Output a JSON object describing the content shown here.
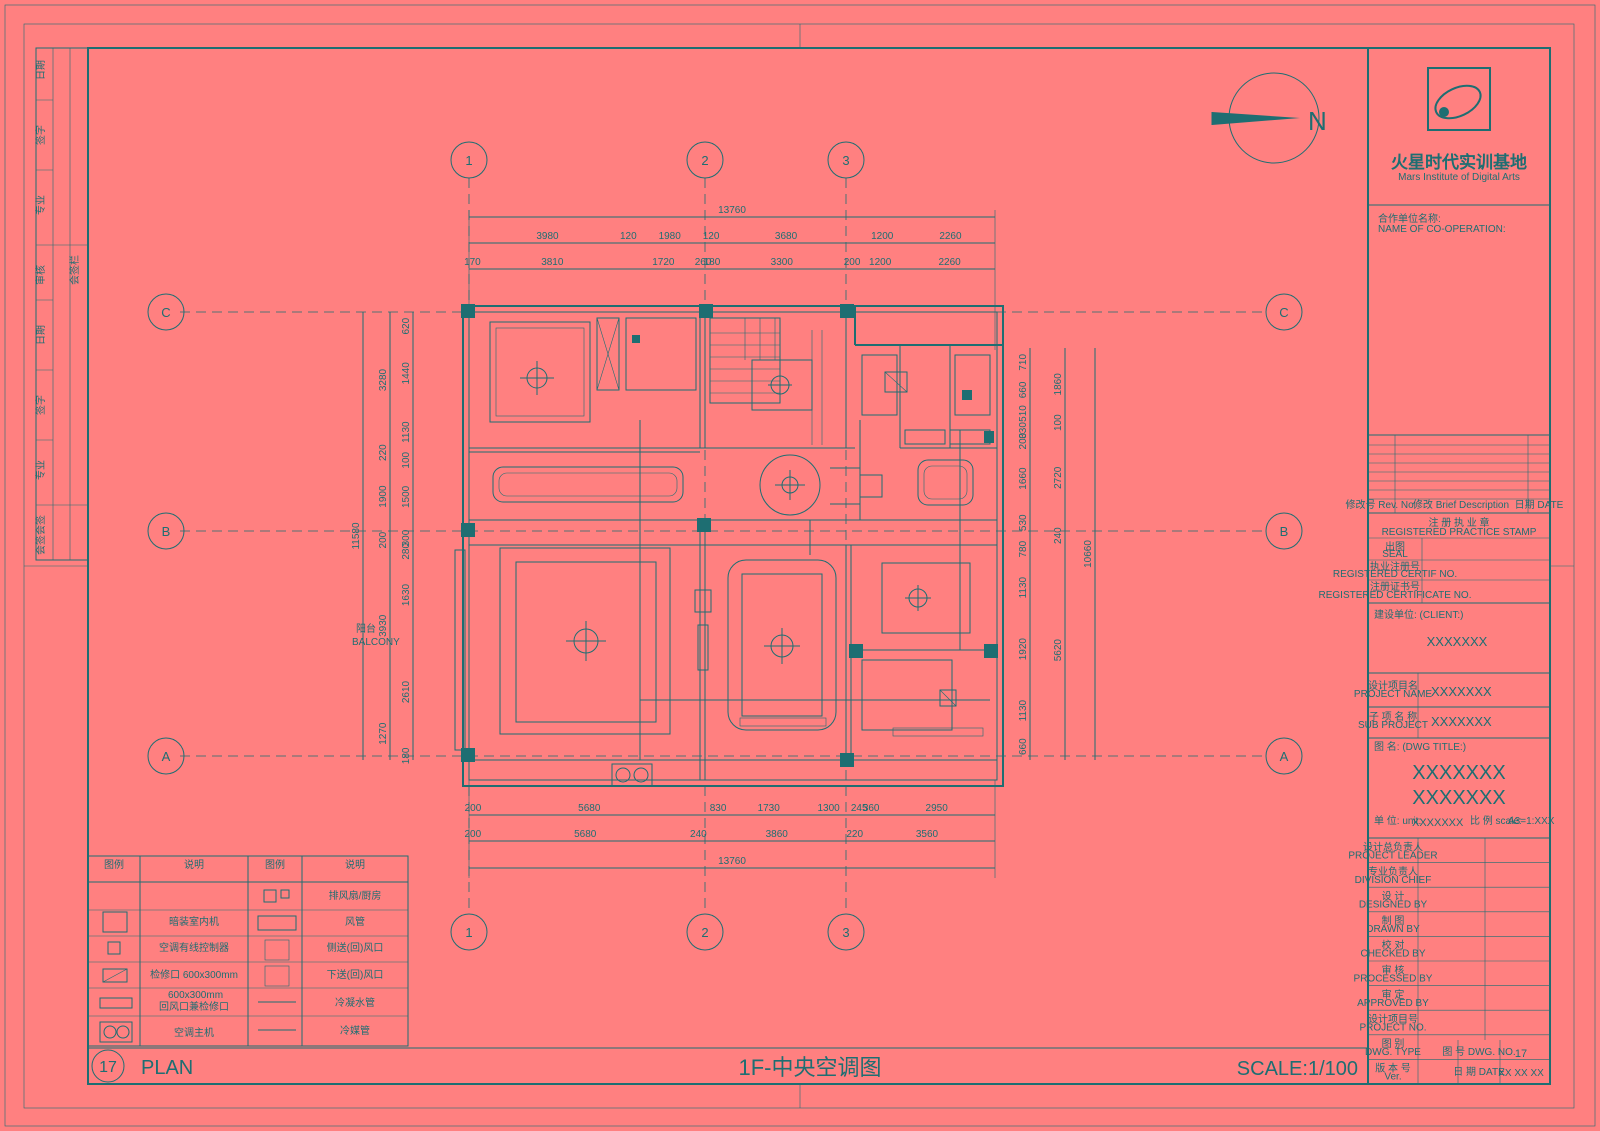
{
  "drawing": {
    "title": "1F-中央空调图",
    "plan_word": "PLAN",
    "sheet_no": "17",
    "scale": "SCALE:1/100",
    "north": "N"
  },
  "grid": {
    "columns": [
      "1",
      "2",
      "3"
    ],
    "rows": [
      "C",
      "B",
      "A"
    ]
  },
  "dims": {
    "top_total": "13760",
    "top_row1": [
      "3980",
      "120",
      "1980",
      "120",
      "3680",
      "1200",
      "2260"
    ],
    "top_row2": [
      "170",
      "3810",
      "1720",
      "260",
      "180",
      "3300",
      "200",
      "1200",
      "2260"
    ],
    "bottom_row1": [
      "200",
      "5680",
      "830",
      "1730",
      "1300",
      "245",
      "360",
      "2950"
    ],
    "bottom_row2": [
      "200",
      "5680",
      "240",
      "3860",
      "220",
      "3560"
    ],
    "bottom_total": "13760",
    "left_outer": [
      "3280",
      "220",
      "1900",
      "200",
      "3930",
      "1270"
    ],
    "left_total": "11580",
    "left_inner": [
      "620",
      "1440",
      "1130",
      "100",
      "1500",
      "300",
      "280",
      "1630",
      "2610",
      "180"
    ],
    "right_inner": [
      "710",
      "660",
      "510",
      "330",
      "200",
      "1660",
      "530",
      "780",
      "1130",
      "1920",
      "1130",
      "660"
    ],
    "right_mid": [
      "1860",
      "100",
      "2720",
      "240",
      "5620"
    ],
    "right_total": "10660",
    "balcony_cn": "阳台",
    "balcony_en": "BALCONY"
  },
  "legend": {
    "headers": [
      "图例",
      "说明",
      "图例",
      "说明"
    ],
    "left_items": [
      "暗装室内机",
      "空调有线控制器",
      "检修口 600x300mm",
      "回风口兼检修口",
      "空调主机"
    ],
    "left_sub": "600x300mm",
    "right_items": [
      "排风扇/厨房",
      "风管",
      "侧送(回)风口",
      "下送(回)风口",
      "冷凝水管",
      "冷媒管"
    ]
  },
  "title_block": {
    "company_cn": "火星时代实训基地",
    "company_en": "Mars Institute of Digital Arts",
    "coop_cn": "合作单位名称:",
    "coop_en": "NAME OF CO-OPERATION:",
    "rev_no": "修改号 Rev. No.",
    "rev_desc": "修改 Brief Description",
    "rev_date": "日期 DATE",
    "reg_cn": "注 册 执 业 章",
    "reg_en": "REGISTERED PRACTICE STAMP",
    "seal_cn": "出图",
    "seal_en": "SEAL",
    "reg_cert_cn": "执业注册号",
    "reg_cert_en": "REGISTERED CERTIF NO.",
    "reg_seal_cn": "注册证书号",
    "reg_seal_en": "REGISTERED CERTIFICATE NO.",
    "client_label": "建设单位: (CLIENT:)",
    "client_value": "XXXXXXX",
    "project_label_cn": "设计项目名",
    "project_label_en": "PROJECT NAME",
    "project_value": "XXXXXXX",
    "sub_label_cn": "子 项 名 称",
    "sub_label_en": "SUB PROJECT",
    "sub_value": "XXXXXXX",
    "drawing_title_label": "图 名: (DWG TITLE:)",
    "drawing_title_1": "XXXXXXX",
    "drawing_title_2": "XXXXXXX",
    "unit_label": "单 位: unit:",
    "unit_value": "XXXXXXX",
    "scale_label": "比 例 scale:",
    "scale_value": "A3=1:XXX",
    "roles": [
      {
        "cn": "设计总负责人",
        "en": "PROJECT LEADER"
      },
      {
        "cn": "专业负责人",
        "en": "DIVISION CHIEF"
      },
      {
        "cn": "设 计",
        "en": "DESIGNED BY"
      },
      {
        "cn": "制 图",
        "en": "DRAWN BY"
      },
      {
        "cn": "校 对",
        "en": "CHECKED BY"
      },
      {
        "cn": "审 核",
        "en": "PROCESSED BY"
      },
      {
        "cn": "审 定",
        "en": "APPROVED BY"
      },
      {
        "cn": "设计项目号",
        "en": "PROJECT NO."
      },
      {
        "cn": "图 别",
        "en": "DWG. TYPE"
      },
      {
        "cn": "版 本 号",
        "en": "Ver."
      }
    ],
    "dwg_no_label": "图 号 DWG. NO.",
    "dwg_no_value": "17",
    "date_label": "日 期 DATE",
    "date_value": "XX XX XX"
  },
  "left_strip": {
    "labels": [
      "日期",
      "签字",
      "专业",
      "审核",
      "会签栏",
      "日期",
      "签字",
      "专业",
      "会签会签"
    ]
  }
}
